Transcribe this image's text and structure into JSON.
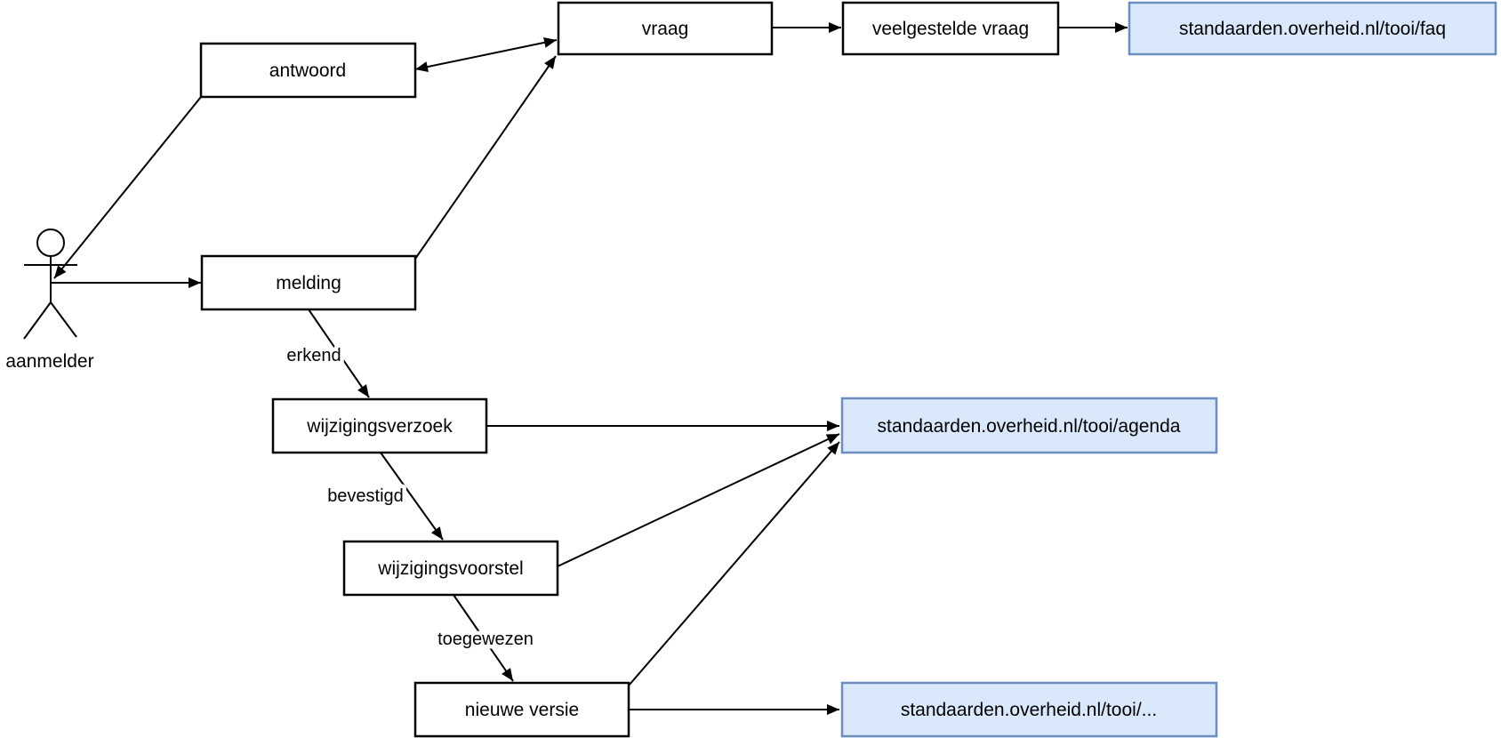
{
  "diagram": {
    "actor": {
      "label": "aanmelder"
    },
    "nodes": {
      "antwoord": {
        "label": "antwoord"
      },
      "vraag": {
        "label": "vraag"
      },
      "veelgestelde_vraag": {
        "label": "veelgestelde vraag"
      },
      "faq": {
        "label": "standaarden.overheid.nl/tooi/faq"
      },
      "melding": {
        "label": "melding"
      },
      "wijzigingsverzoek": {
        "label": "wijzigingsverzoek"
      },
      "agenda": {
        "label": "standaarden.overheid.nl/tooi/agenda"
      },
      "wijzigingsvoorstel": {
        "label": "wijzigingsvoorstel"
      },
      "nieuwe_versie": {
        "label": "nieuwe versie"
      },
      "tooi_overig": {
        "label": "standaarden.overheid.nl/tooi/..."
      }
    },
    "edge_labels": {
      "erkend": "erkend",
      "bevestigd": "bevestigd",
      "toegewezen": "toegewezen"
    },
    "colors": {
      "node_fill": "#ffffff",
      "node_border": "#000000",
      "resource_fill": "#dae8fc",
      "resource_border": "#6c8ebf",
      "connector": "#000000"
    }
  }
}
